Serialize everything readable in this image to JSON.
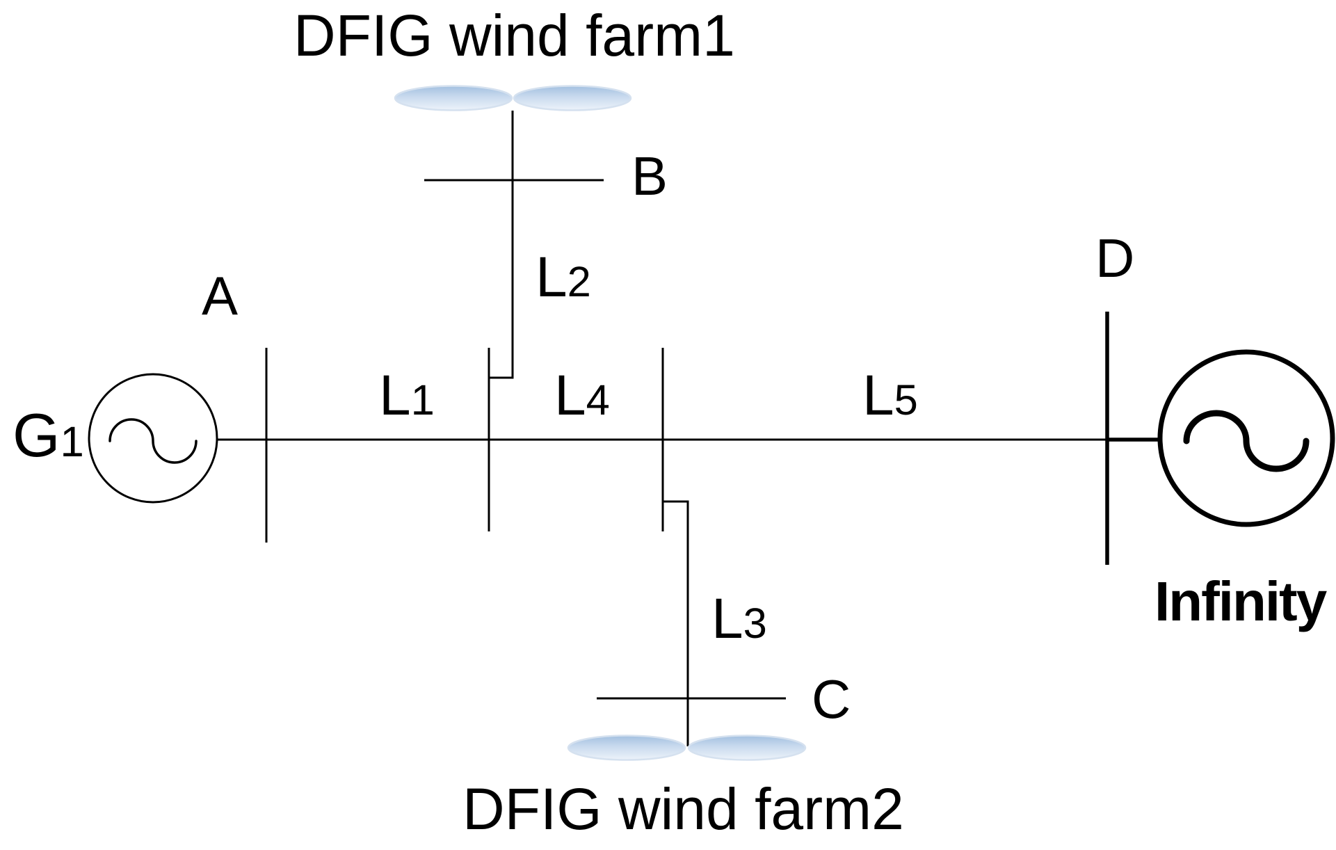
{
  "titles": {
    "wind_farm_1": "DFIG wind farm1",
    "wind_farm_2": "DFIG wind farm2"
  },
  "nodes": {
    "generator": {
      "label": "G",
      "sub": "1"
    },
    "bus_a": "A",
    "bus_b": "B",
    "bus_c": "C",
    "bus_d": "D",
    "infinity": "Infinity"
  },
  "lines": {
    "l1": {
      "label": "L",
      "sub": "1"
    },
    "l2": {
      "label": "L",
      "sub": "2"
    },
    "l3": {
      "label": "L",
      "sub": "3"
    },
    "l4": {
      "label": "L",
      "sub": "4"
    },
    "l5": {
      "label": "L",
      "sub": "5"
    }
  },
  "icons": {
    "generator": "sine-wave-source-icon",
    "infinity_source": "sine-wave-source-icon",
    "wind_turbine": "twin-ellipse-rotor-icon"
  },
  "colors": {
    "stroke": "#000000",
    "bg": "#ffffff",
    "t-top": "#a3c0e0",
    "t-mid": "#c9daee",
    "t-bottom": "#edf3fa",
    "t-border": "#d5e1ef"
  }
}
